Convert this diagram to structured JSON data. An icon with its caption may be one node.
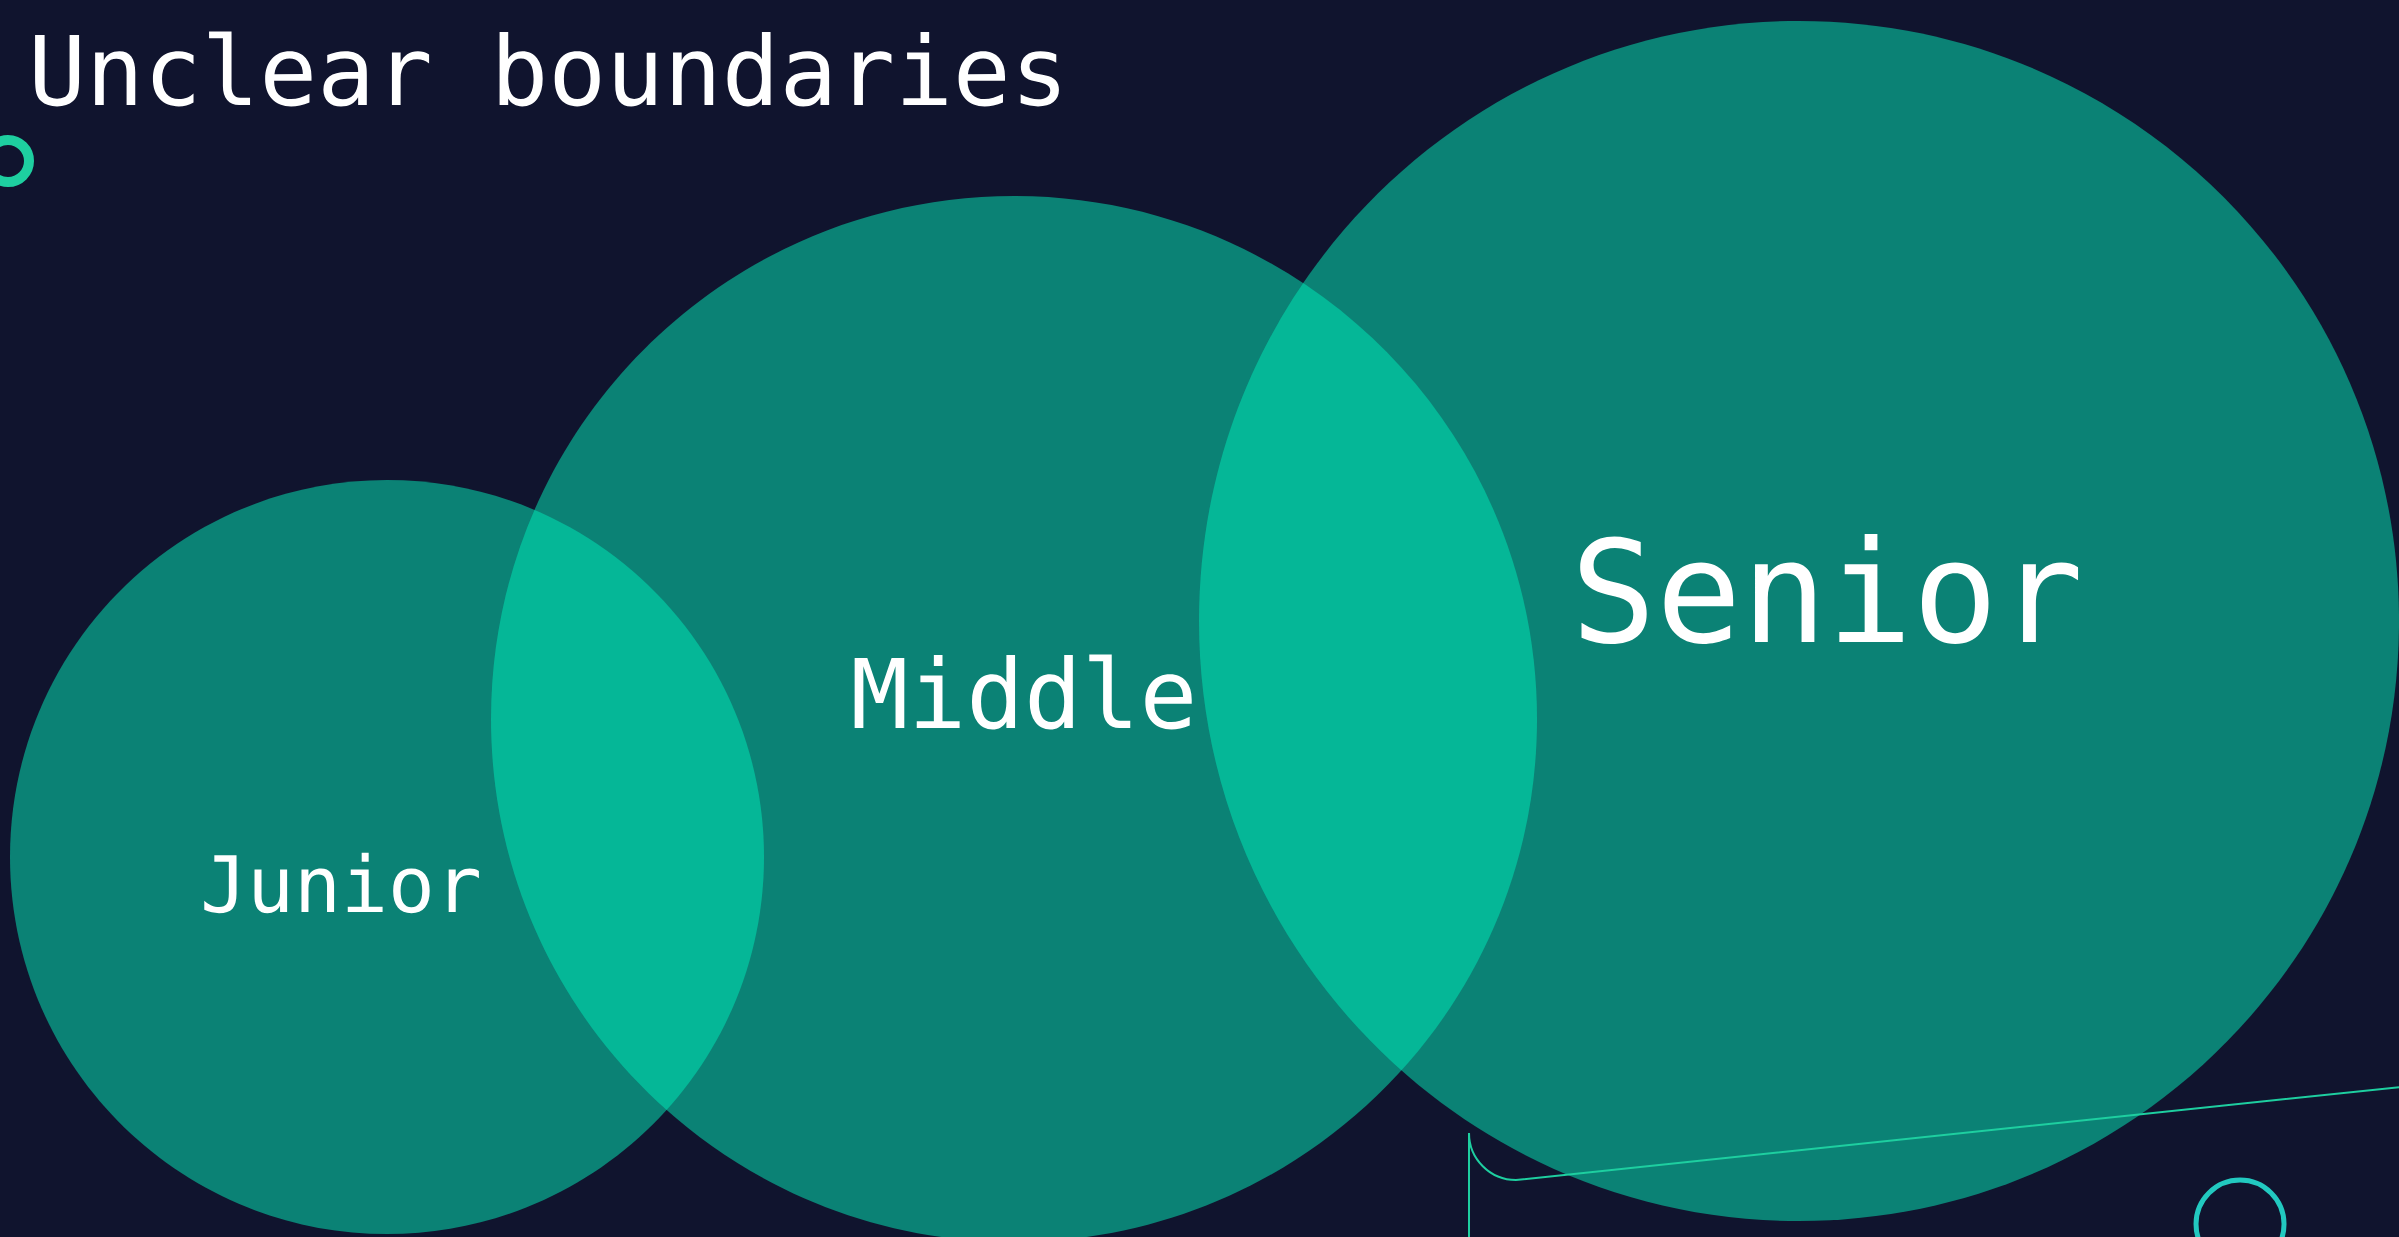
{
  "diagram": {
    "title": "Unclear boundaries",
    "nodes": [
      {
        "text": [
          "Junior"
        ]
      },
      {
        "text": [
          "Middle"
        ]
      },
      {
        "text": [
          "Senior"
        ]
      }
    ]
  }
}
